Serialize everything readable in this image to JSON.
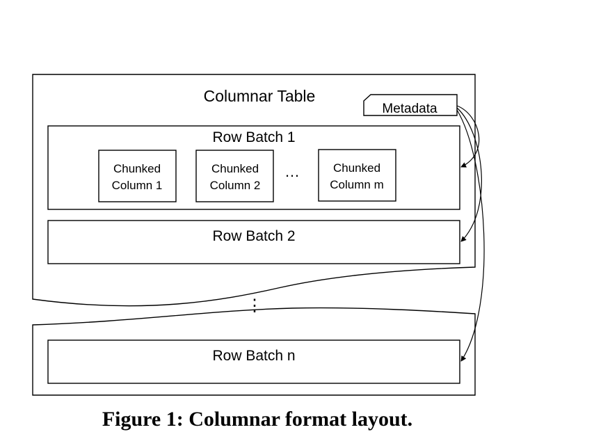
{
  "table": {
    "title": "Columnar Table",
    "metadata_label": "Metadata"
  },
  "row_batches": [
    {
      "label": "Row Batch 1",
      "chunks": [
        {
          "line1": "Chunked",
          "line2": "Column 1"
        },
        {
          "line1": "Chunked",
          "line2": "Column 2"
        },
        {
          "line1": "Chunked",
          "line2": "Column m"
        }
      ],
      "ellipsis": "…"
    },
    {
      "label": "Row Batch 2"
    },
    {
      "label": "Row Batch n"
    }
  ],
  "gap_ellipsis": "⋮",
  "caption": "Figure 1: Columnar format layout."
}
